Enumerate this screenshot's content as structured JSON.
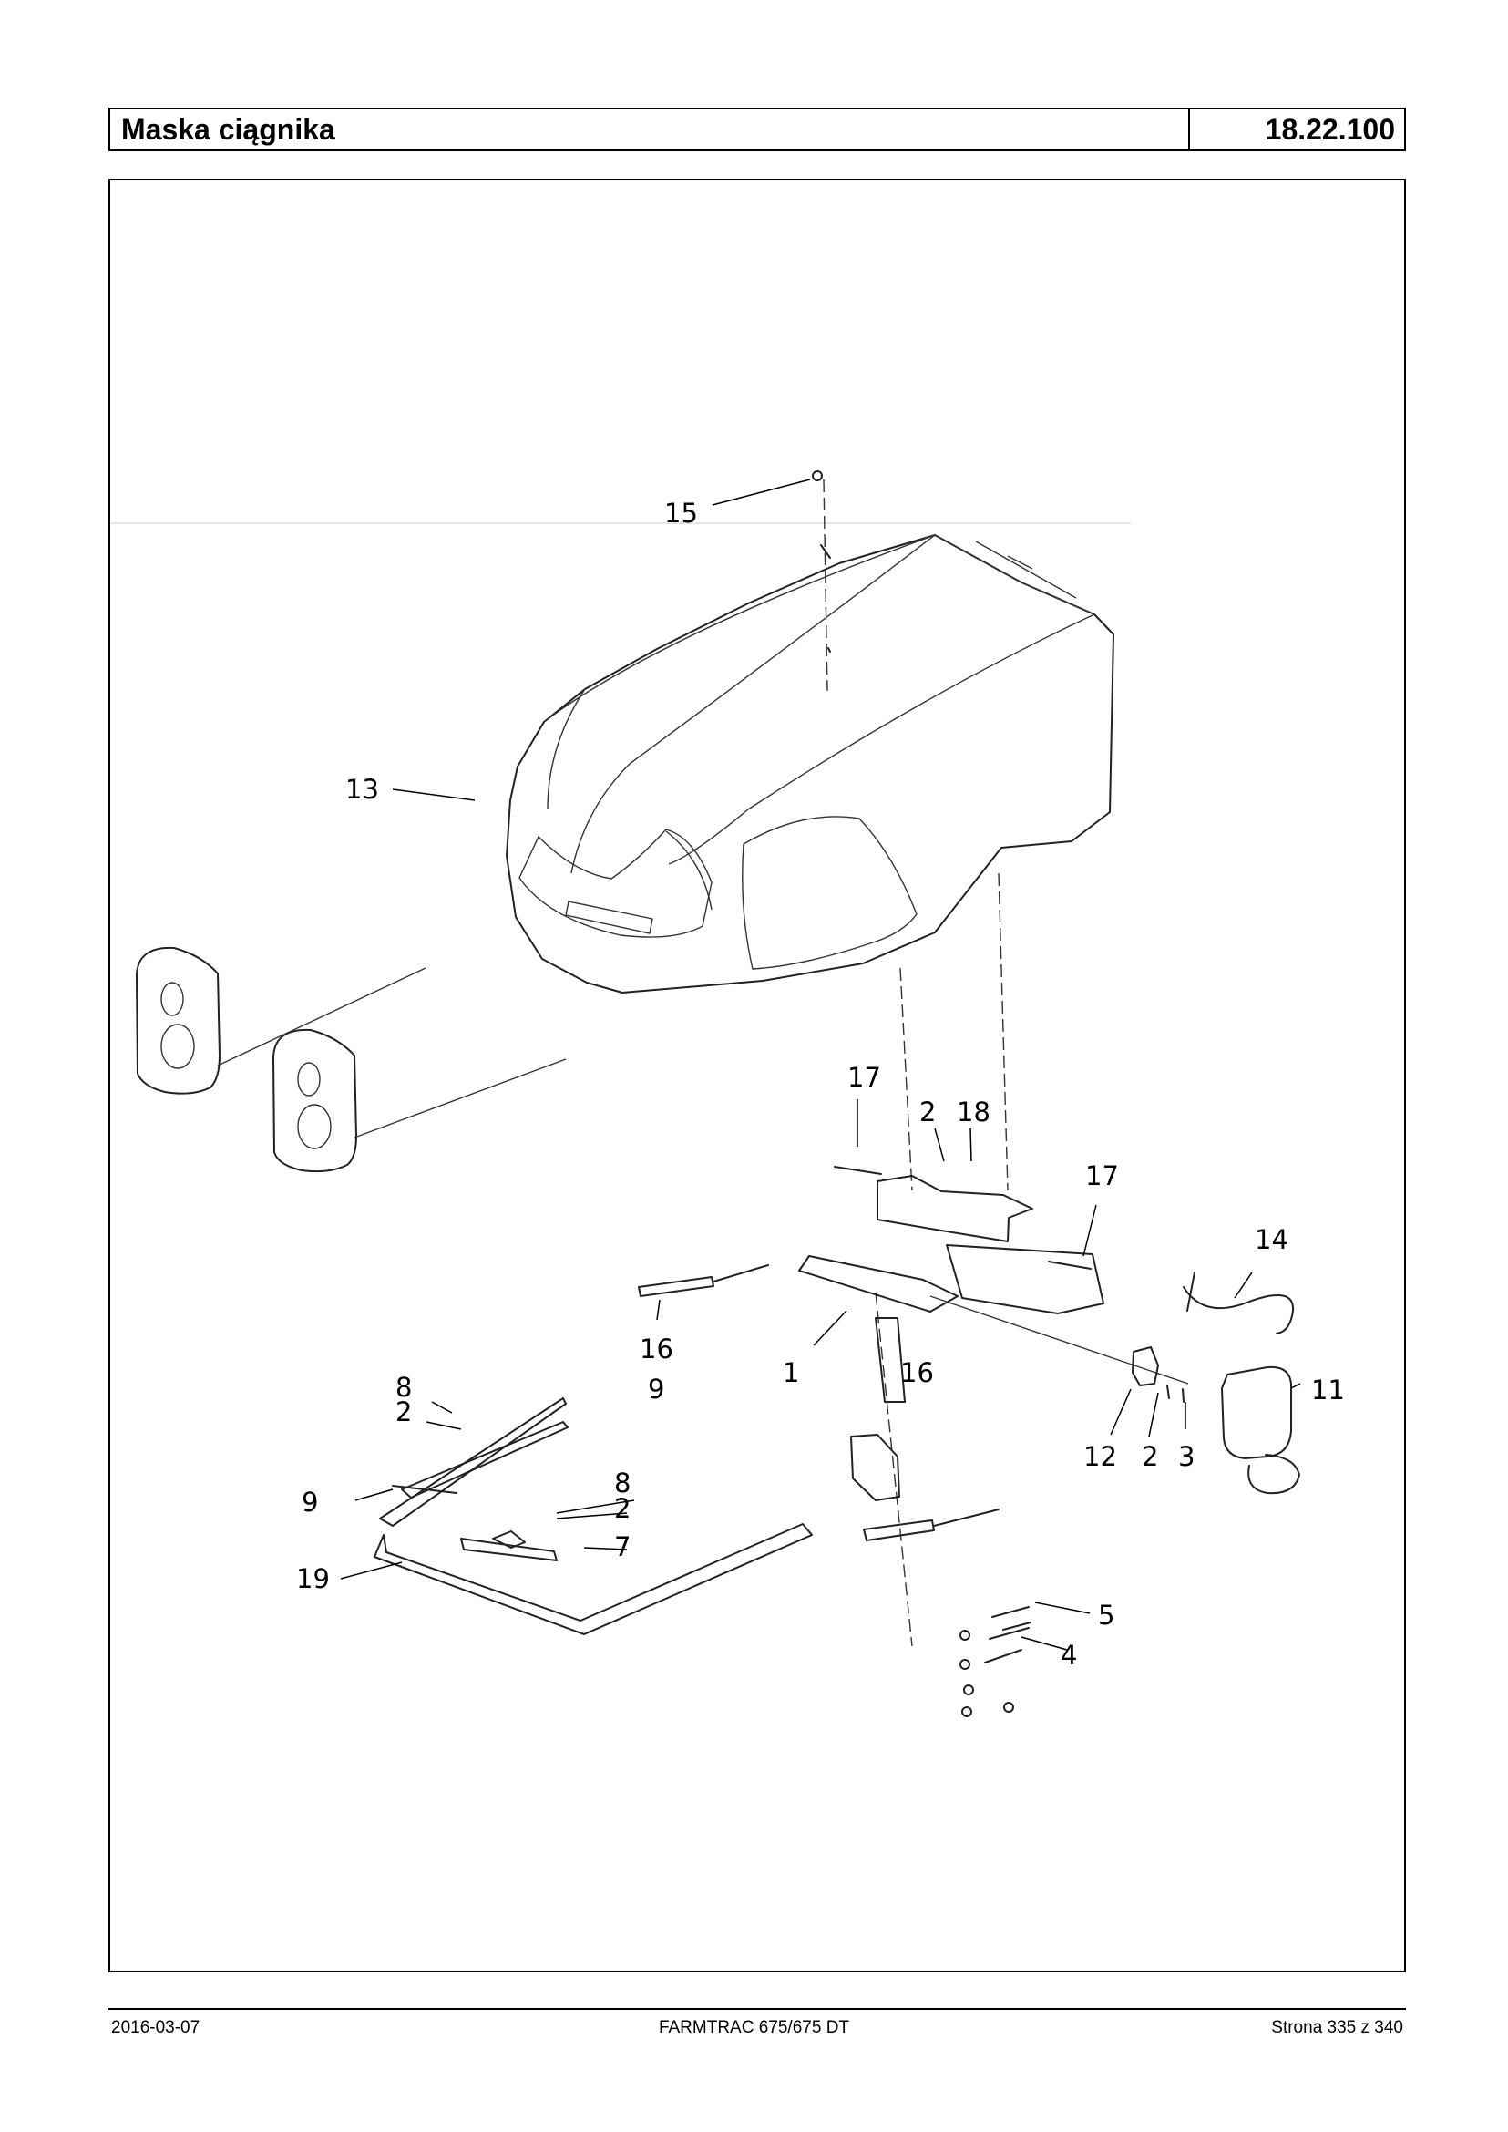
{
  "header": {
    "title": "Maska ciągnika",
    "code": "18.22.100"
  },
  "diagram": {
    "callouts": [
      "15",
      "13",
      "17",
      "2",
      "18",
      "17",
      "14",
      "16",
      "9",
      "1",
      "16",
      "11",
      "12",
      "2",
      "3",
      "8",
      "2",
      "9",
      "8",
      "2",
      "7",
      "19",
      "5",
      "4"
    ]
  },
  "footer": {
    "date": "2016-03-07",
    "model": "FARMTRAC 675/675 DT",
    "page": "Strona 335 z 340"
  }
}
